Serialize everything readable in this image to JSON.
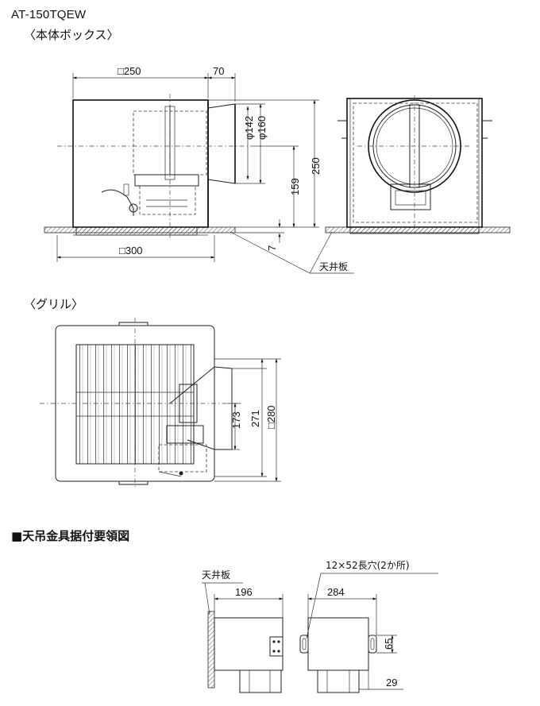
{
  "model": "AT-150TQEW",
  "sections": {
    "body_box": "〈本体ボックス〉",
    "grille": "〈グリル〉",
    "hanger": "■天吊金具据付要領図"
  },
  "dims": {
    "box_width": "□250",
    "duct_depth": "70",
    "duct_inner": "φ142",
    "duct_outer": "φ160",
    "duct_center": "159",
    "height": "250",
    "flange": "7",
    "ceiling_hole": "□300",
    "ceiling_label": "天井板",
    "grille_center": "173",
    "grille_h": "271",
    "grille_outer": "□280",
    "hanger_ceiling": "天井板",
    "hanger_width": "196",
    "hanger_depth": "284",
    "slot": "12×52長穴(2か所)",
    "slot_h": "65",
    "slot_offset": "29"
  }
}
